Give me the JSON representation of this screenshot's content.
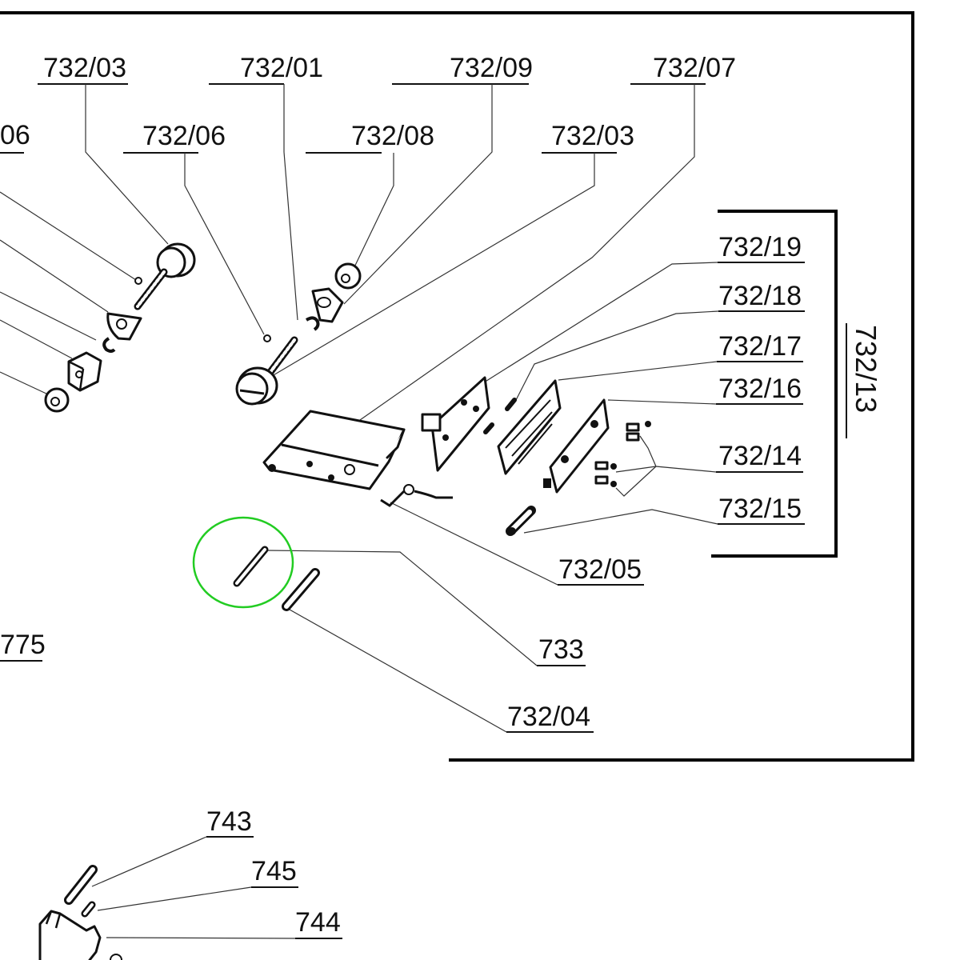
{
  "diagram": {
    "type": "exploded parts diagram",
    "highlight_color": "#22cc22",
    "highlighted_part": "733",
    "group_label": "732/13",
    "labels": {
      "l_06_left": "06",
      "l_732_03_a": "732/03",
      "l_732_06": "732/06",
      "l_732_01": "732/01",
      "l_732_08": "732/08",
      "l_732_09": "732/09",
      "l_732_03_b": "732/03",
      "l_732_07": "732/07",
      "l_732_19": "732/19",
      "l_732_18": "732/18",
      "l_732_17": "732/17",
      "l_732_16": "732/16",
      "l_732_14": "732/14",
      "l_732_15": "732/15",
      "l_732_05": "732/05",
      "l_733": "733",
      "l_732_04": "732/04",
      "l_775": "775",
      "l_743": "743",
      "l_745": "745",
      "l_744": "744"
    }
  }
}
